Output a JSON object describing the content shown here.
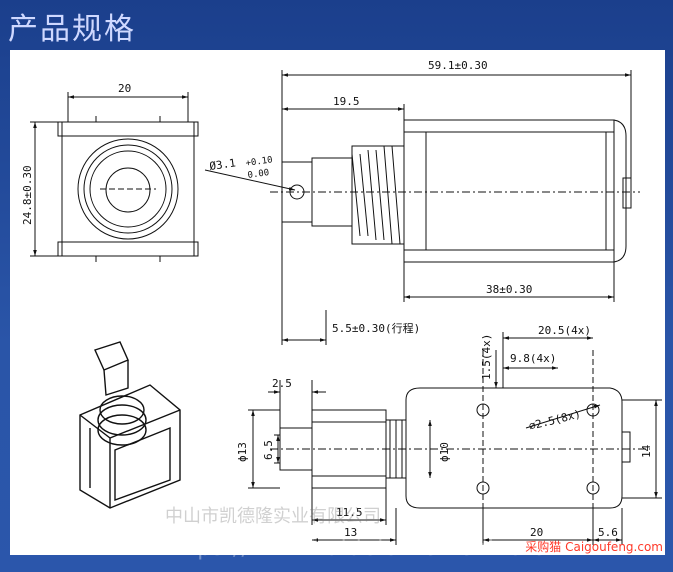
{
  "title": "产品规格",
  "dims": {
    "front_width": "20",
    "front_height": "24.8±0.30",
    "overall_length": "59.1±0.30",
    "plunger_len": "19.5",
    "pin_hole_a": "Ø3.1",
    "pin_hole_tol_upper": "+0.10",
    "pin_hole_tol_lower": "0.00",
    "body_length": "38±0.30",
    "stroke": "5.5±0.30(行程)",
    "hole_pitch_x": "20.5(4x)",
    "hole_offset_top": "1.5(4x)",
    "hole_offset_x": "9.8(4x)",
    "slot_width": "2.5",
    "hole_dia": "⌀2.5(8x)",
    "plunger_dia": "ϕ13",
    "slot_height": "6.5",
    "spring_dia": "ϕ10",
    "side_height": "14",
    "plunger_extend": "11.5",
    "head_len": "13",
    "body_bottom": "20",
    "tail_len": "5.6"
  },
  "watermark": {
    "company": "中山市凯德隆实业有限公司",
    "url": "https://www.kaidelow.cn.china.cn",
    "site": "采购猫 Caigoufeng.com"
  },
  "colors": {
    "accent": "#2b56ab",
    "line": "#111111",
    "title": "#cfd8ff"
  }
}
